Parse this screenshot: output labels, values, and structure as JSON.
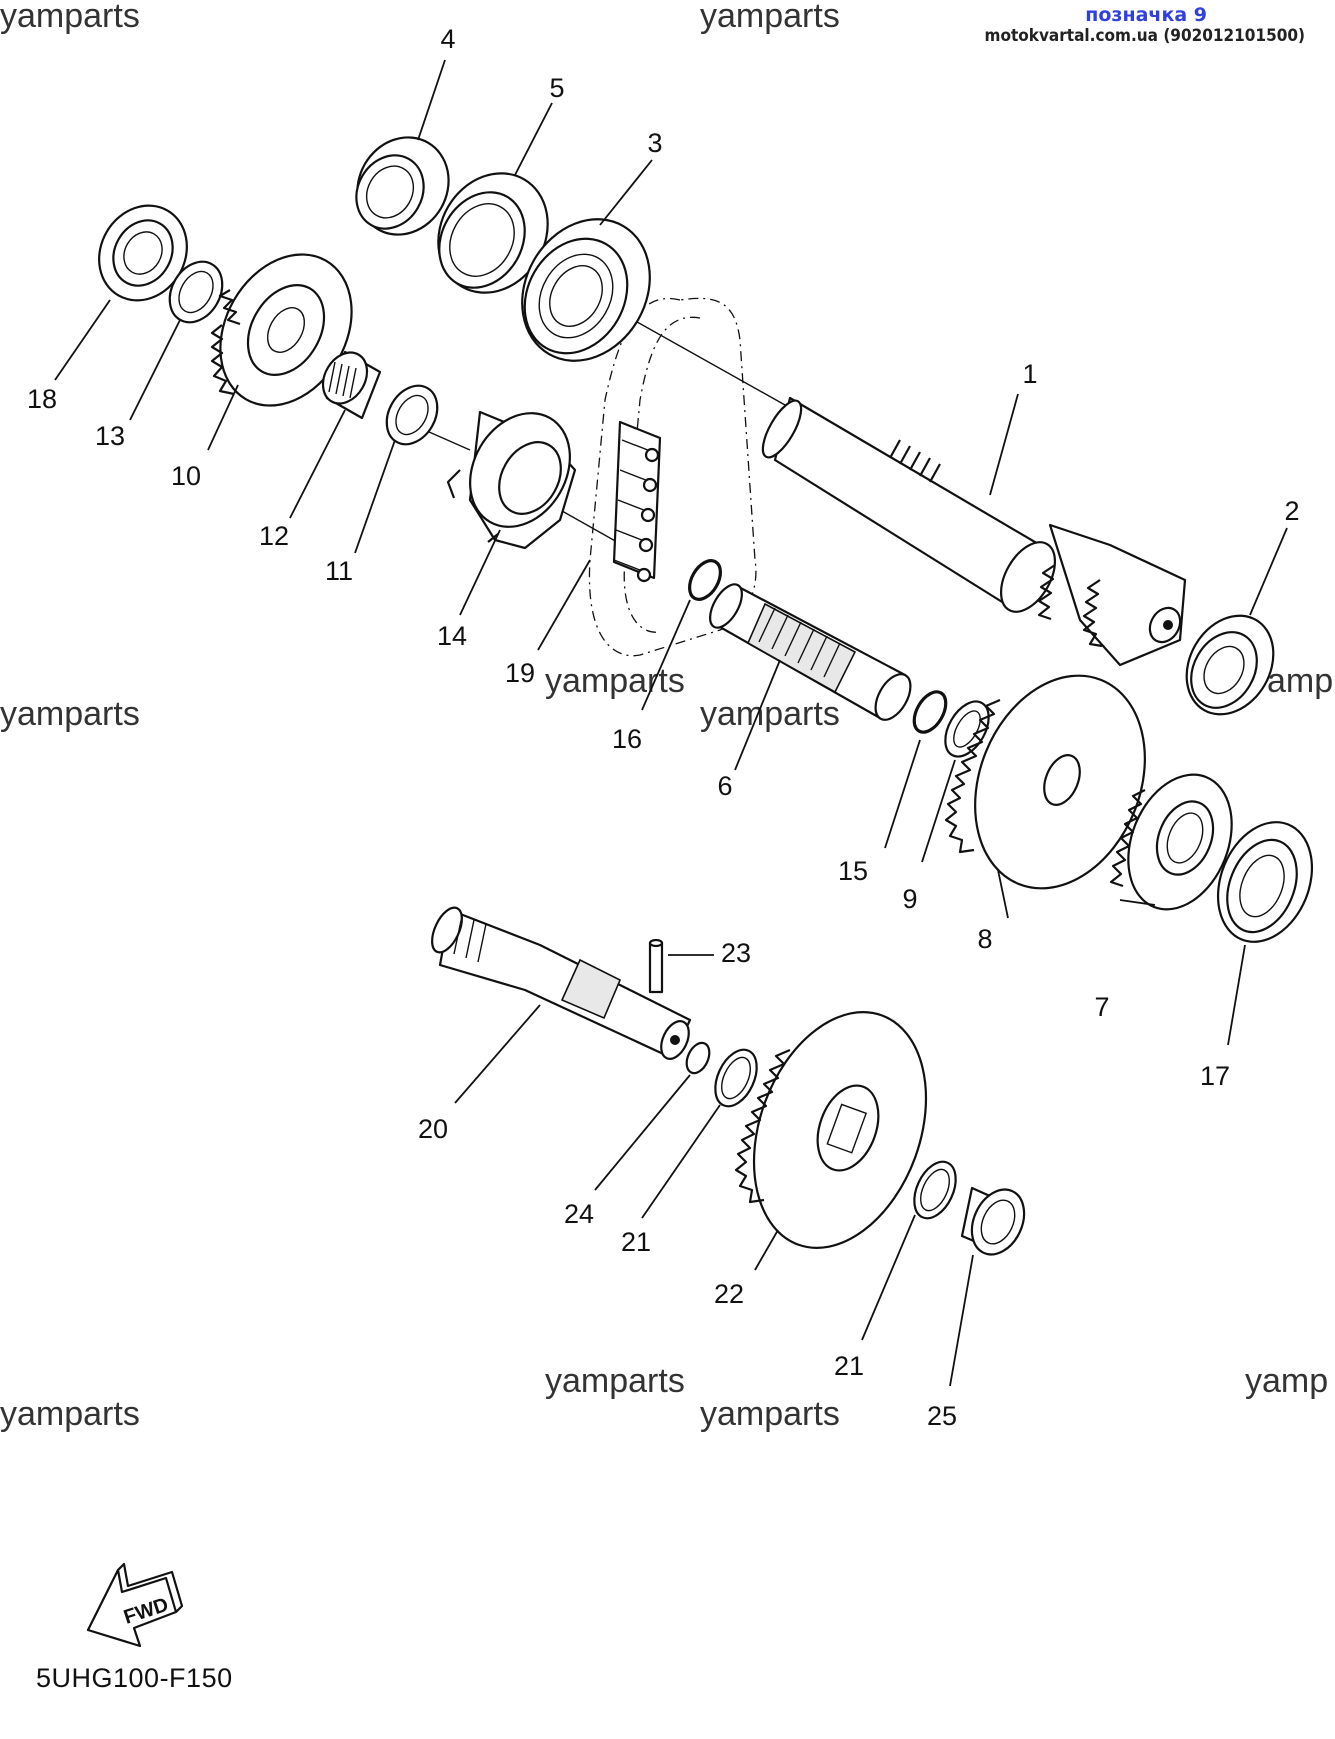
{
  "header": {
    "title": "позначка 9",
    "source": "motokvartal.com.ua (902012101500)"
  },
  "watermark": "yamparts",
  "watermark_partial": "yamp",
  "fwd_label": "FWD",
  "diagram_code": "5UHG100-F150",
  "callouts": [
    "1",
    "2",
    "3",
    "4",
    "5",
    "6",
    "7",
    "8",
    "9",
    "10",
    "11",
    "12",
    "13",
    "14",
    "15",
    "16",
    "17",
    "18",
    "19",
    "20",
    "21",
    "21",
    "22",
    "23",
    "24",
    "25"
  ],
  "colors": {
    "line": "#111111",
    "title": "#2f3fe0",
    "watermark": "#333333"
  }
}
